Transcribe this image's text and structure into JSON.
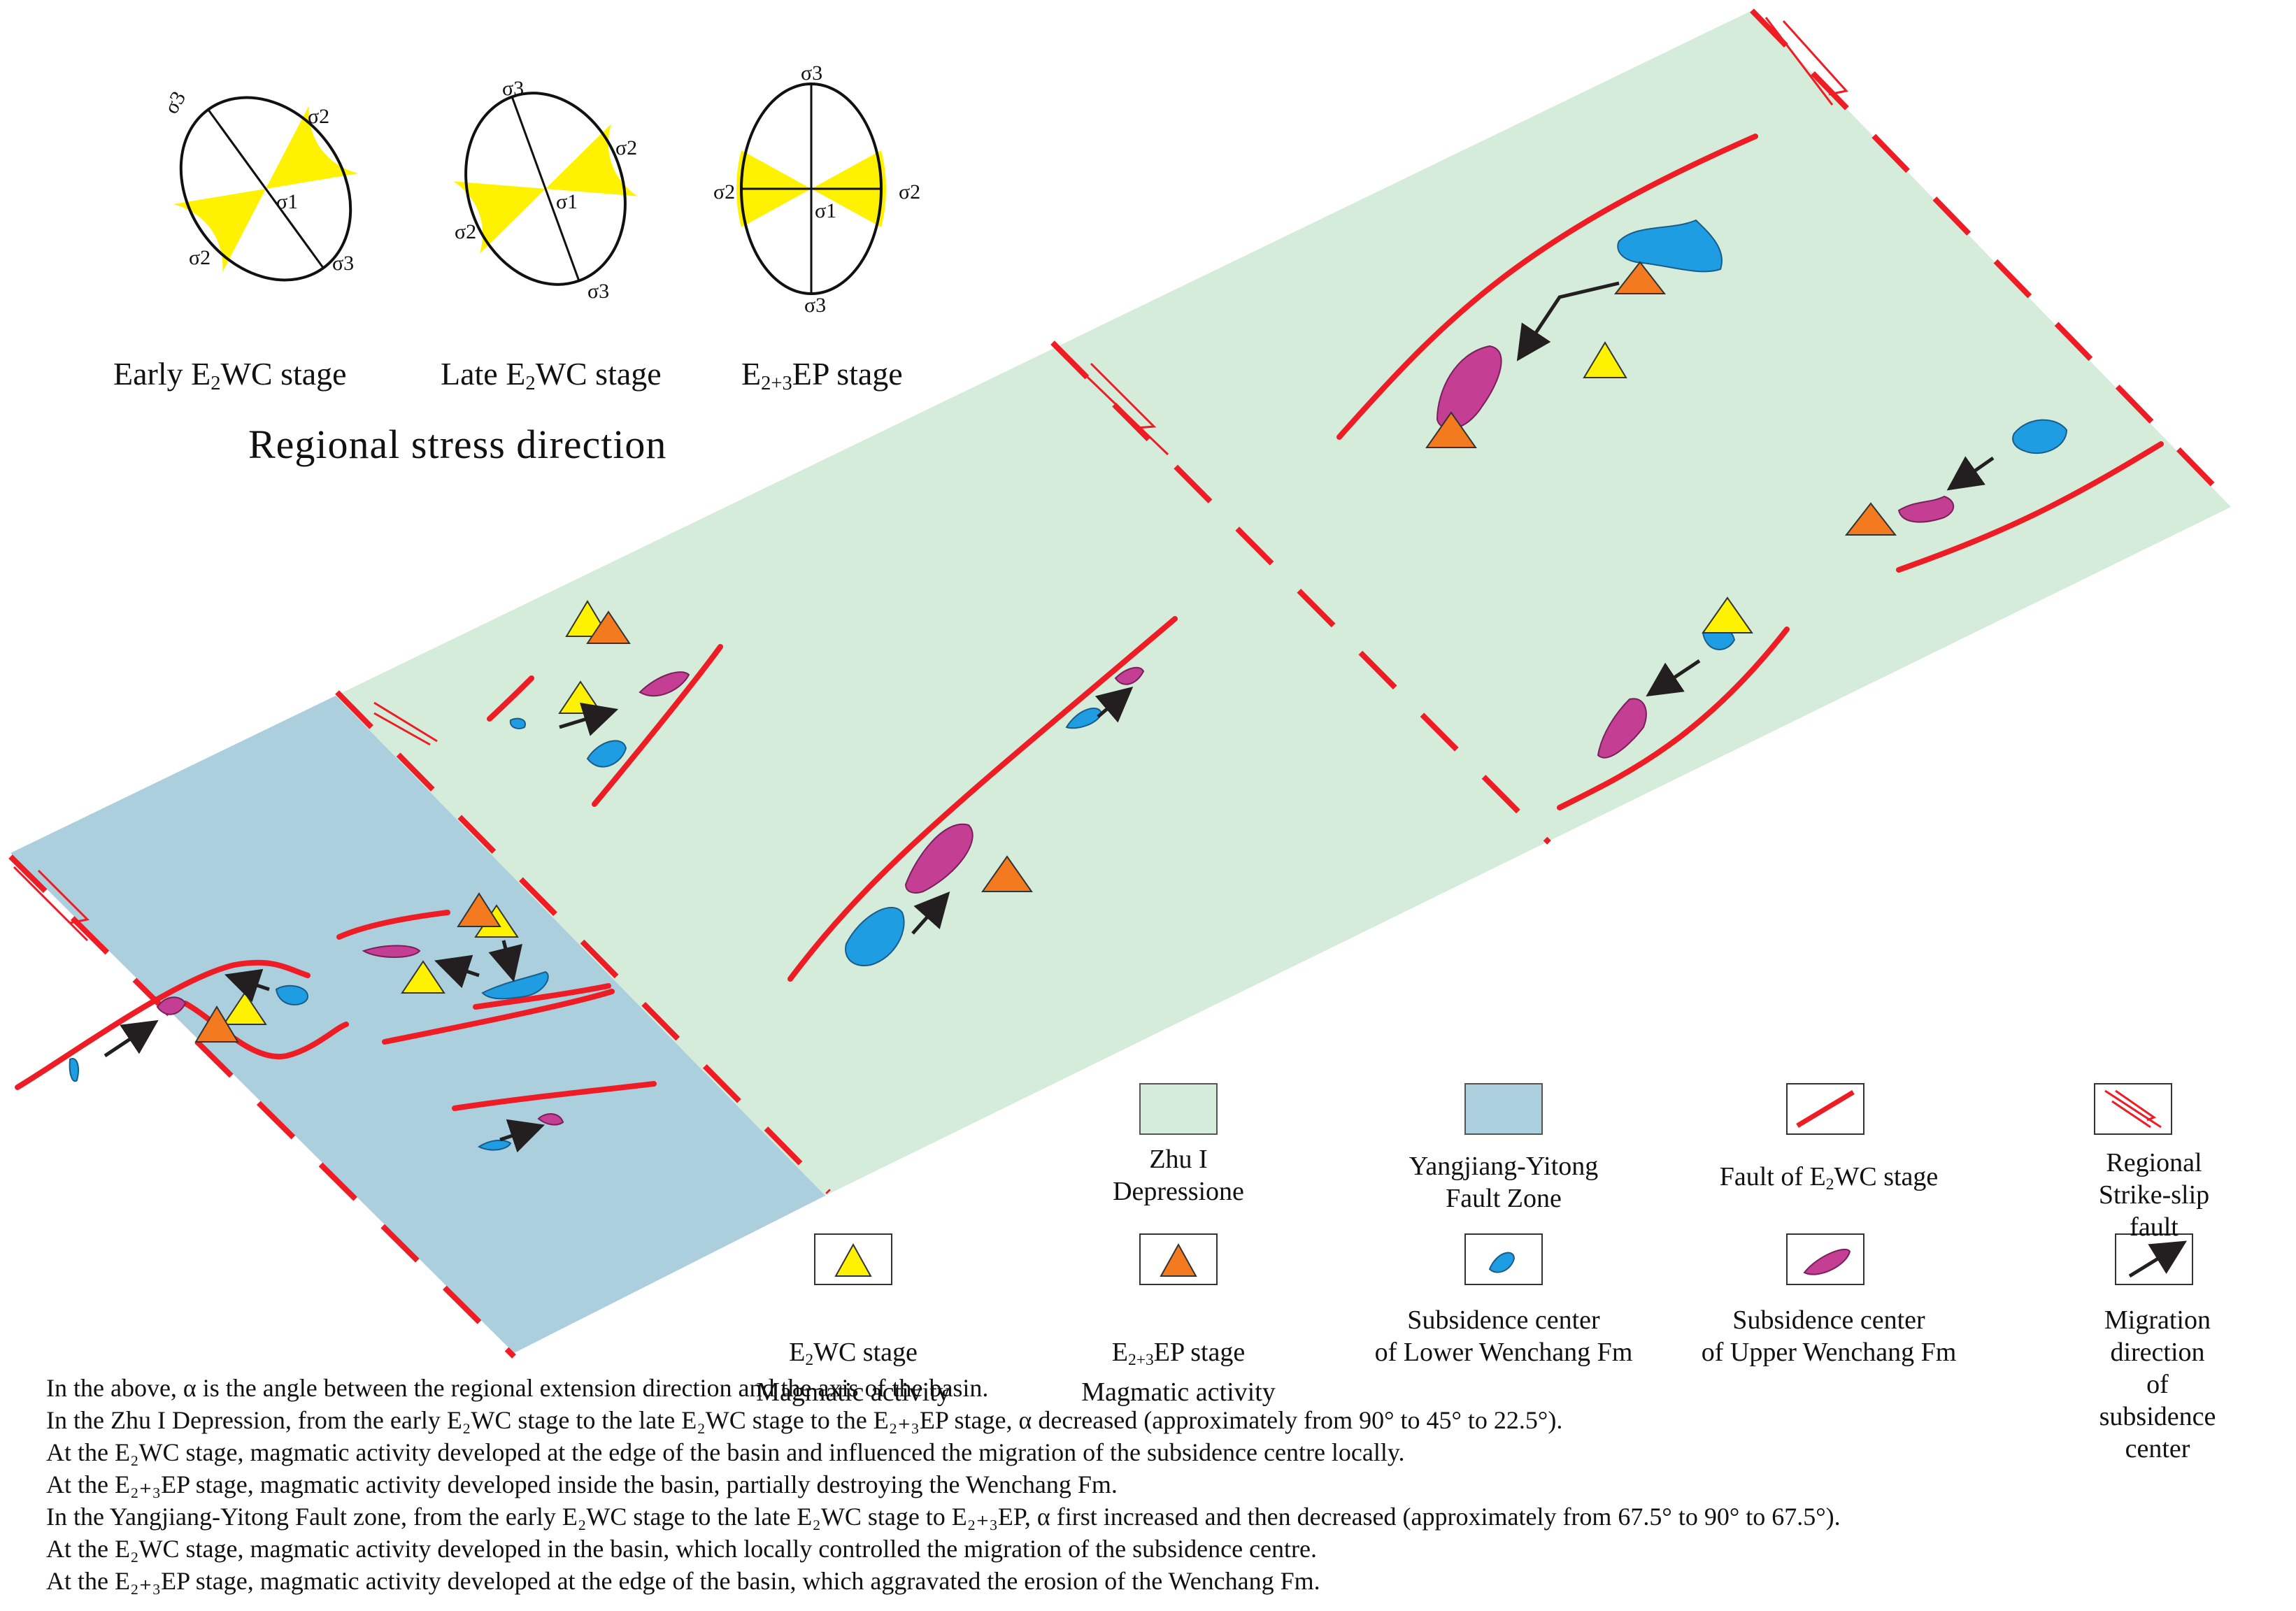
{
  "stress_panel": {
    "stages": [
      {
        "label_pre": "Early E",
        "label_sub": "2",
        "label_post": "WC stage"
      },
      {
        "label_pre": "Late E",
        "label_sub": "2",
        "label_post": "WC stage"
      },
      {
        "label_pre": "E",
        "label_sub": "2+3",
        "label_post": "EP stage"
      }
    ],
    "title": "Regional stress direction",
    "sigma1": "σ1",
    "sigma2": "σ2",
    "sigma3": "σ3"
  },
  "legend": {
    "zhu": "Zhu I\nDepressione",
    "yangjiang": "Yangjiang-Yitong\nFault Zone",
    "fault_pre": "Fault of E",
    "fault_sub": "2",
    "fault_post": "WC stage",
    "strike_slip": "Regional\nStrike-slip fault",
    "e2wc_magma_pre": "E",
    "e2wc_magma_sub": "2",
    "e2wc_magma_post": "WC stage\nMagmatic activity",
    "e23ep_magma_pre": "E",
    "e23ep_magma_sub": "2+3",
    "e23ep_magma_post": "EP stage\nMagmatic activity",
    "lower_wc": "Subsidence center\nof Lower Wenchang Fm",
    "upper_wc": "Subsidence center\nof Upper Wenchang Fm",
    "migration": "Migration direction\nof subsidence center"
  },
  "colors": {
    "zhu_fill": "#d4ecd9",
    "yangjiang_fill": "#abcfdc",
    "fault_red": "#ee1c24",
    "yellow": "#fff200",
    "orange": "#f37a1f",
    "lower_blue": "#1e9de2",
    "upper_magenta": "#c43f93",
    "arrow_black": "#231f20"
  },
  "notes": [
    "In the above, α is the angle between the regional extension direction and the axis of the basin.",
    "In the Zhu I Depression, from the early E₂WC stage to the late E₂WC stage to the E₂₊₃EP stage, α decreased (approximately from 90° to 45° to 22.5°).",
    "At the E₂WC stage, magmatic activity developed at the edge of the basin and influenced the migration of the subsidence centre locally.",
    "At the E₂₊₃EP stage, magmatic activity developed inside the basin, partially destroying the Wenchang Fm.",
    "In the Yangjiang-Yitong Fault zone, from the early E₂WC stage to the late E₂WC stage to E₂₊₃EP, α first increased and then decreased (approximately from 67.5° to 90° to 67.5°).",
    "At the E₂WC stage, magmatic activity developed in the basin, which locally controlled the migration of the subsidence centre.",
    "At the E₂₊₃EP stage, magmatic activity developed at the edge of the basin, which aggravated the erosion of the Wenchang Fm."
  ]
}
